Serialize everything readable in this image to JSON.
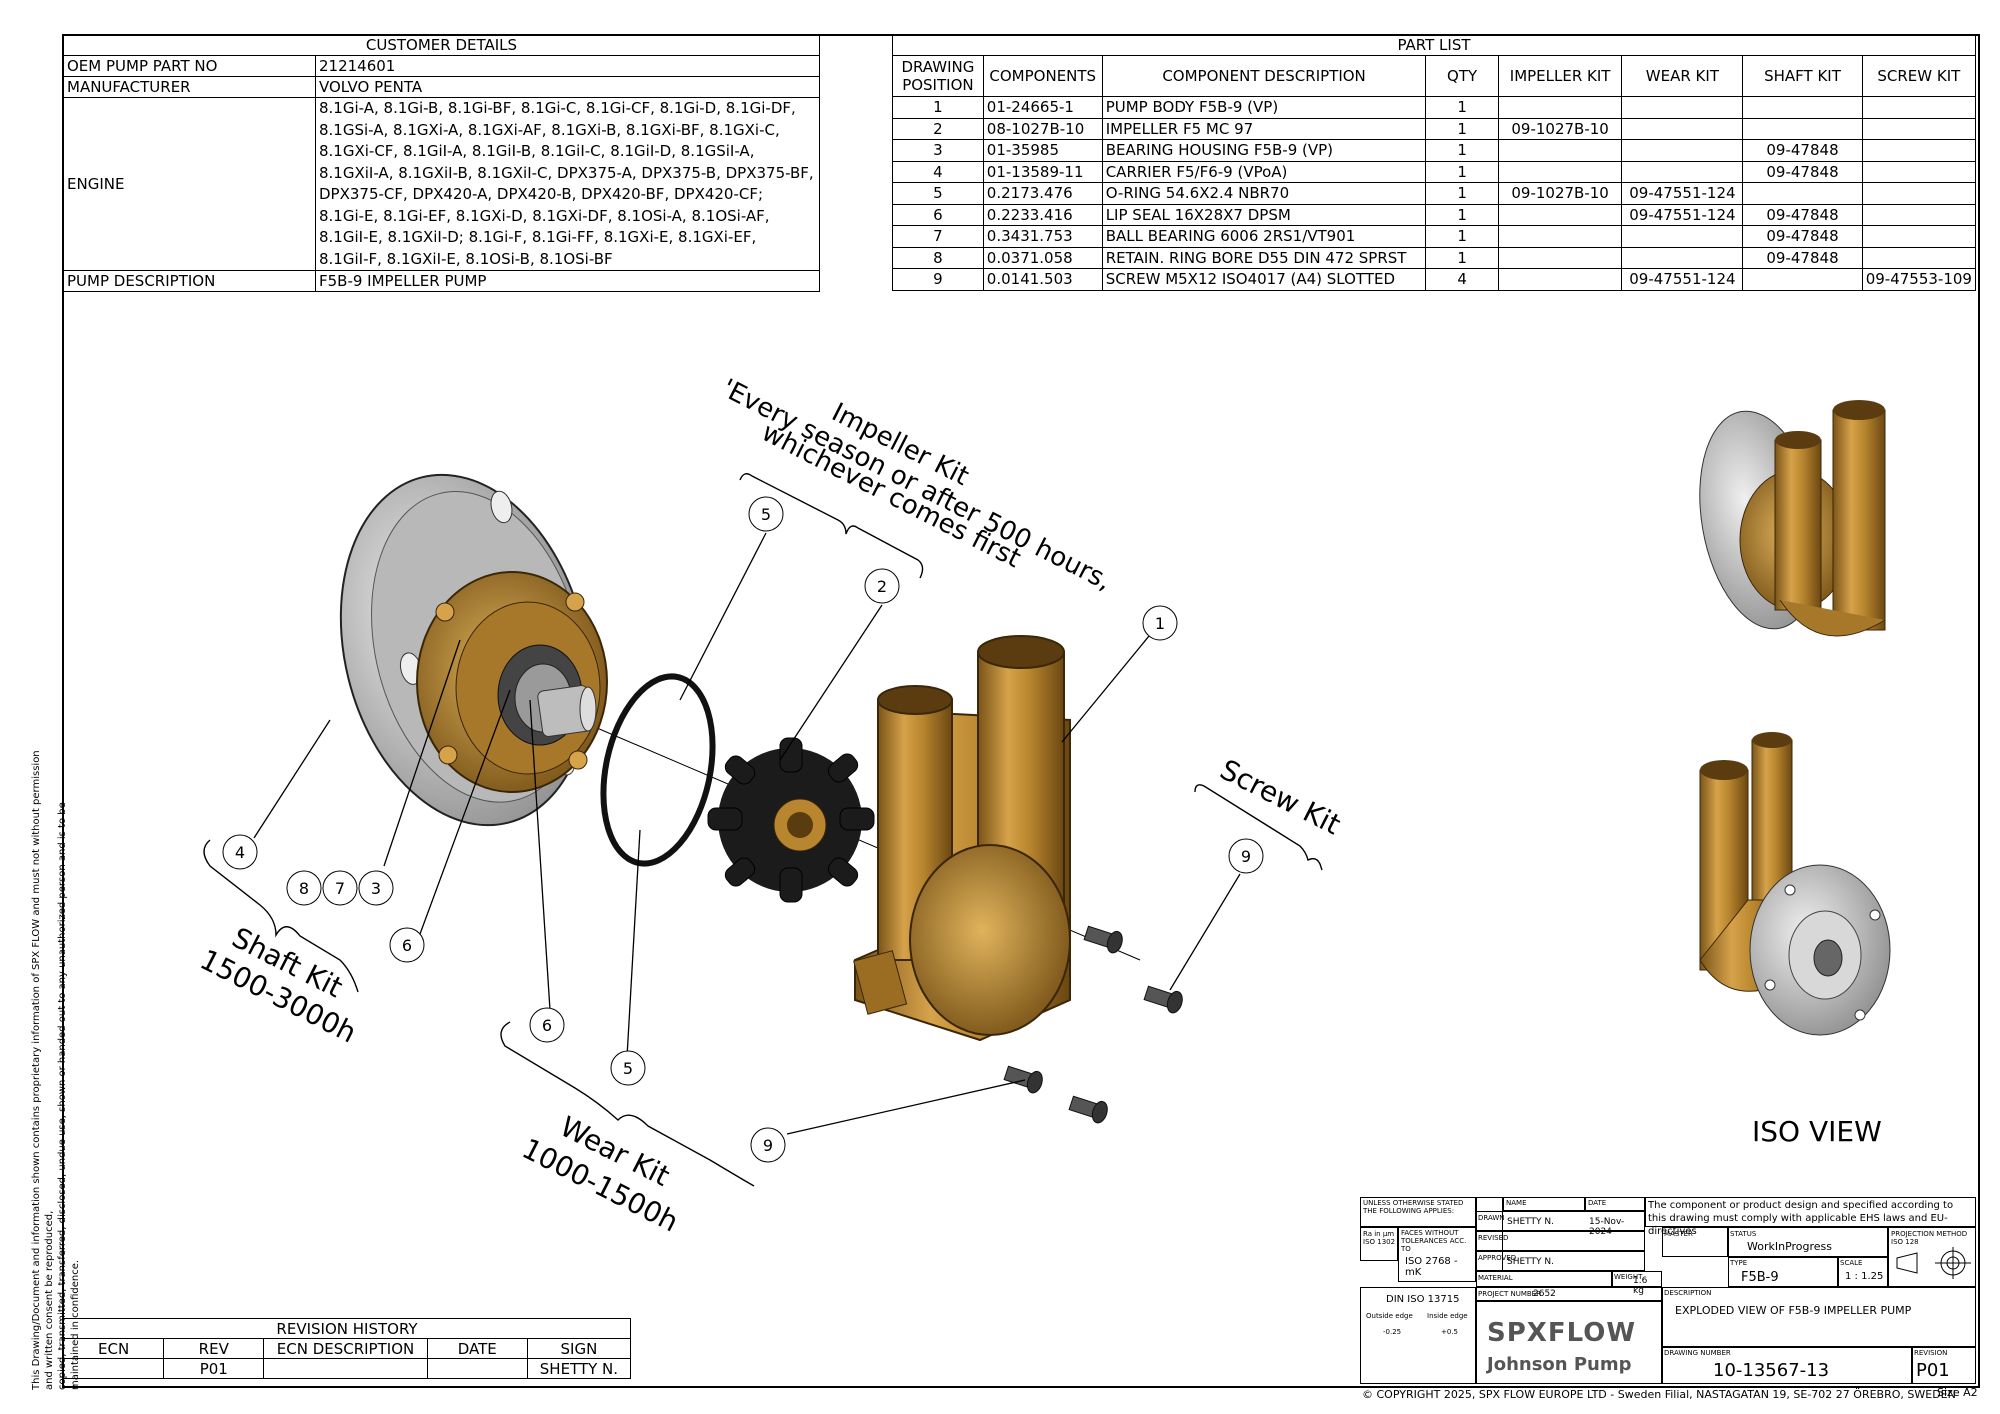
{
  "customer": {
    "title": "CUSTOMER DETAILS",
    "rows": [
      {
        "label": "OEM PUMP PART NO",
        "value": "21214601"
      },
      {
        "label": "MANUFACTURER",
        "value": "VOLVO PENTA"
      }
    ],
    "engine_label": "ENGINE",
    "engine_lines": [
      "8.1Gi-A, 8.1Gi-B, 8.1Gi-BF, 8.1Gi-C, 8.1Gi-CF, 8.1Gi-D, 8.1Gi-DF,",
      "8.1GSi-A, 8.1GXi-A, 8.1GXi-AF, 8.1GXi-B, 8.1GXi-BF, 8.1GXi-C,",
      "8.1GXi-CF, 8.1GiI-A, 8.1GiI-B, 8.1GiI-C, 8.1GiI-D, 8.1GSiI-A,",
      "8.1GXiI-A, 8.1GXiI-B, 8.1GXiI-C, DPX375-A, DPX375-B, DPX375-BF,",
      "DPX375-CF, DPX420-A, DPX420-B, DPX420-BF, DPX420-CF;",
      "8.1Gi-E, 8.1Gi-EF, 8.1GXi-D, 8.1GXi-DF, 8.1OSi-A, 8.1OSi-AF,",
      "8.1GiI-E, 8.1GXiI-D; 8.1Gi-F, 8.1Gi-FF, 8.1GXi-E, 8.1GXi-EF,",
      "8.1GiI-F, 8.1GXiI-E, 8.1OSi-B, 8.1OSi-BF"
    ],
    "pump_label": "PUMP DESCRIPTION",
    "pump_value": "F5B-9 IMPELLER PUMP"
  },
  "parts": {
    "title": "PART LIST",
    "headers": [
      "DRAWING POSITION",
      "COMPONENTS",
      "COMPONENT DESCRIPTION",
      "QTY",
      "IMPELLER KIT",
      "WEAR KIT",
      "SHAFT KIT",
      "SCREW KIT"
    ],
    "rows": [
      [
        "1",
        "01-24665-1",
        "PUMP BODY F5B-9 (VP)",
        "1",
        "",
        "",
        "",
        ""
      ],
      [
        "2",
        "08-1027B-10",
        "IMPELLER F5 MC 97",
        "1",
        "09-1027B-10",
        "",
        "",
        ""
      ],
      [
        "3",
        "01-35985",
        "BEARING HOUSING F5B-9 (VP)",
        "1",
        "",
        "",
        "09-47848",
        ""
      ],
      [
        "4",
        "01-13589-11",
        "CARRIER F5/F6-9 (VPoA)",
        "1",
        "",
        "",
        "09-47848",
        ""
      ],
      [
        "5",
        "0.2173.476",
        "O-RING 54.6X2.4 NBR70",
        "1",
        "09-1027B-10",
        "09-47551-124",
        "",
        ""
      ],
      [
        "6",
        "0.2233.416",
        "LIP SEAL 16X28X7 DPSM",
        "1",
        "",
        "09-47551-124",
        "09-47848",
        ""
      ],
      [
        "7",
        "0.3431.753",
        "BALL BEARING 6006 2RS1/VT901",
        "1",
        "",
        "",
        "09-47848",
        ""
      ],
      [
        "8",
        "0.0371.058",
        "RETAIN. RING BORE D55 DIN 472 SPRST",
        "1",
        "",
        "",
        "09-47848",
        ""
      ],
      [
        "9",
        "0.0141.503",
        "SCREW M5X12 ISO4017 (A4) SLOTTED",
        "4",
        "",
        "09-47551-124",
        "",
        "09-47553-109"
      ]
    ]
  },
  "revision": {
    "title": "REVISION HISTORY",
    "headers": [
      "ECN",
      "REV",
      "ECN DESCRIPTION",
      "DATE",
      "SIGN"
    ],
    "row": [
      "",
      "P01",
      "",
      "",
      "SHETTY N."
    ]
  },
  "annotations": {
    "impeller_kit_1": "Impeller Kit",
    "impeller_kit_2": "'Every season or after 500 hours,",
    "impeller_kit_3": "whichever comes first",
    "screw_kit": "Screw Kit",
    "shaft_kit_1": "Shaft Kit",
    "shaft_kit_2": "1500-3000h",
    "wear_kit_1": "Wear Kit",
    "wear_kit_2": "1000-1500h",
    "iso_view": "ISO VIEW"
  },
  "balloons": {
    "b5a": "5",
    "b2": "2",
    "b1": "1",
    "b4": "4",
    "b8": "8",
    "b7": "7",
    "b3": "3",
    "b6a": "6",
    "b6b": "6",
    "b5b": "5",
    "b9a": "9",
    "b9b": "9"
  },
  "side_text": {
    "line1": "This Drawing/Document and information shown contains proprietary information of SPX FLOW and must not without permission and written consent be reproduced,",
    "line2": "copied, transmitted, transferred, disclosed, undue use, shown or handed out to any unauthorized person and is to be maintained in confidence."
  },
  "title_block": {
    "unless": "UNLESS OTHERWISE STATED THE FOLLOWING APPLIES:",
    "ra": "Ra in µm ISO 1302",
    "faces": "FACES WITHOUT TOLERANCES ACC. TO",
    "iso2768": "ISO 2768 - mK",
    "din": "DIN ISO 13715",
    "outside_edge": "Outside edge",
    "inside_edge": "Inside edge",
    "outside_val": "-0.25",
    "inside_val": "+0.5",
    "name_hdr": "NAME",
    "date_hdr": "DATE",
    "drawn_lbl": "DRAWN",
    "drawn_name": "SHETTY N.",
    "drawn_date": "15-Nov-2024",
    "revised_lbl": "REVISED",
    "approved_lbl": "APPROVED",
    "approved_name": "SHETTY N.",
    "material_lbl": "MATERIAL",
    "weight_lbl": "WEIGHT",
    "weight": "1.6 kg",
    "project_lbl": "PROJECT NUMBER",
    "project": "2652",
    "compliance": "The component or product design and specified according to this drawing must comply with applicable EHS laws and EU-directives",
    "master_lbl": "MASTER",
    "status_lbl": "STATUS",
    "status": "WorkInProgress",
    "projection_lbl": "PROJECTION METHOD ISO 128",
    "type_lbl": "TYPE",
    "type": "F5B-9",
    "scale_lbl": "SCALE",
    "scale": "1 : 1.25",
    "desc_lbl": "DESCRIPTION",
    "description": "EXPLODED VIEW OF F5B-9 IMPELLER PUMP",
    "drawing_no_lbl": "DRAWING NUMBER",
    "drawing_no": "10-13567-13",
    "revision_lbl": "REVISION",
    "revision": "P01",
    "logo_top": "SPXFLOW",
    "logo_bottom": "Johnson Pump"
  },
  "copyright": "© COPYRIGHT 2025, SPX FLOW EUROPE LTD - Sweden Filial, NASTAGATAN 19, SE-702 27 ÖREBRO, SWEDEN",
  "size": "Size  A2",
  "colors": {
    "bronze": "#b8862e",
    "bronze_dark": "#7a5418",
    "rubber": "#1b1b1b",
    "steel": "#c9c9c9"
  }
}
